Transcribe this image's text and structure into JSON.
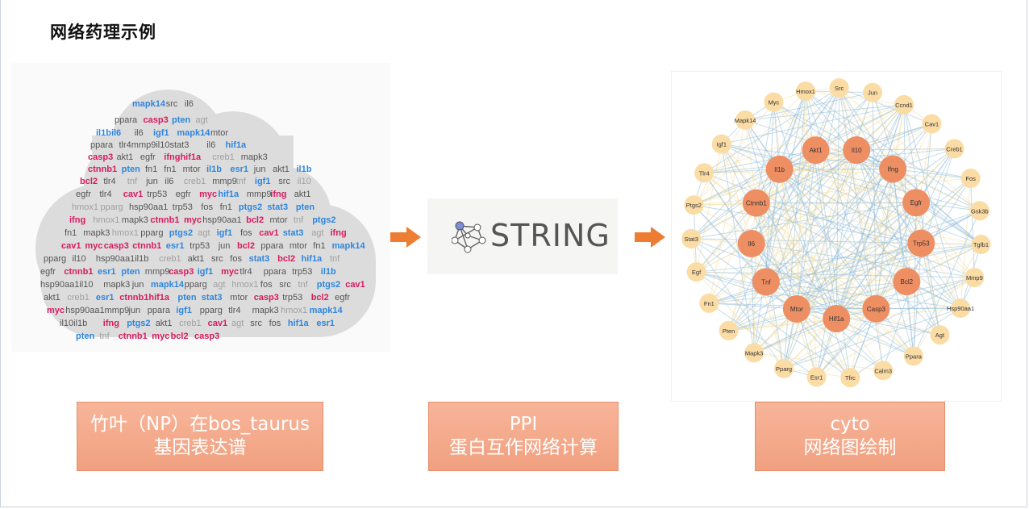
{
  "page": {
    "title": "网络药理示例"
  },
  "cloud": {
    "colors": {
      "blue": "#2e86de",
      "magenta": "#d81b60",
      "dark": "#555555",
      "gray": "#a0a0a0"
    },
    "words": [
      {
        "t": "mapk14",
        "c": "blue",
        "b": 1
      },
      {
        "t": "src",
        "c": "dark"
      },
      {
        "t": "il6",
        "c": "dark"
      },
      {
        "t": "ppara",
        "c": "dark"
      },
      {
        "t": "casp3",
        "c": "magenta",
        "b": 1
      },
      {
        "t": "pten",
        "c": "blue",
        "b": 1
      },
      {
        "t": "agt",
        "c": "gray"
      },
      {
        "t": "il1bil6",
        "c": "blue",
        "b": 1
      },
      {
        "t": "il6",
        "c": "dark"
      },
      {
        "t": "igf1",
        "c": "blue",
        "b": 1
      },
      {
        "t": "mapk14",
        "c": "blue",
        "b": 1
      },
      {
        "t": "mtor",
        "c": "dark"
      },
      {
        "t": "ppara",
        "c": "dark"
      },
      {
        "t": "tlr4mmp9il10stat3",
        "c": "dark"
      },
      {
        "t": "il6",
        "c": "dark"
      },
      {
        "t": "hif1a",
        "c": "blue",
        "b": 1
      },
      {
        "t": "casp3",
        "c": "magenta",
        "b": 1
      },
      {
        "t": "akt1",
        "c": "dark"
      },
      {
        "t": "egfr",
        "c": "dark"
      },
      {
        "t": "ifnghif1a",
        "c": "magenta",
        "b": 1
      },
      {
        "t": "creb1",
        "c": "gray"
      },
      {
        "t": "mapk3",
        "c": "dark"
      },
      {
        "t": "ctnnb1",
        "c": "magenta",
        "b": 1
      },
      {
        "t": "pten",
        "c": "blue",
        "b": 1
      },
      {
        "t": "fn1",
        "c": "dark"
      },
      {
        "t": "fn1",
        "c": "dark"
      },
      {
        "t": "mtor",
        "c": "dark"
      },
      {
        "t": "il1b",
        "c": "blue",
        "b": 1
      },
      {
        "t": "esr1",
        "c": "blue",
        "b": 1
      },
      {
        "t": "jun",
        "c": "dark"
      },
      {
        "t": "akt1",
        "c": "dark"
      },
      {
        "t": "il1b",
        "c": "blue",
        "b": 1
      },
      {
        "t": "bcl2",
        "c": "magenta",
        "b": 1
      },
      {
        "t": "tlr4",
        "c": "dark"
      },
      {
        "t": "tnf",
        "c": "gray"
      },
      {
        "t": "jun",
        "c": "dark"
      },
      {
        "t": "il6",
        "c": "dark"
      },
      {
        "t": "creb1",
        "c": "gray"
      },
      {
        "t": "mmp9",
        "c": "dark"
      },
      {
        "t": "tnf",
        "c": "gray"
      },
      {
        "t": "igf1",
        "c": "blue",
        "b": 1
      },
      {
        "t": "src",
        "c": "dark"
      },
      {
        "t": "il10",
        "c": "gray"
      },
      {
        "t": "egfr",
        "c": "dark"
      },
      {
        "t": "tlr4",
        "c": "dark"
      },
      {
        "t": "cav1",
        "c": "magenta",
        "b": 1
      },
      {
        "t": "trp53",
        "c": "dark"
      },
      {
        "t": "egfr",
        "c": "dark"
      },
      {
        "t": "myc",
        "c": "magenta",
        "b": 1
      },
      {
        "t": "hif1a",
        "c": "blue",
        "b": 1
      },
      {
        "t": "mmp9",
        "c": "dark"
      },
      {
        "t": "ifng",
        "c": "magenta",
        "b": 1
      },
      {
        "t": "akt1",
        "c": "dark"
      },
      {
        "t": "hmox1",
        "c": "gray"
      },
      {
        "t": "pparg",
        "c": "gray"
      },
      {
        "t": "hsp90aa1",
        "c": "dark"
      },
      {
        "t": "trp53",
        "c": "dark"
      },
      {
        "t": "fos",
        "c": "dark"
      },
      {
        "t": "fn1",
        "c": "dark"
      },
      {
        "t": "ptgs2",
        "c": "blue",
        "b": 1
      },
      {
        "t": "stat3",
        "c": "blue",
        "b": 1
      },
      {
        "t": "pten",
        "c": "blue",
        "b": 1
      },
      {
        "t": "ifng",
        "c": "magenta",
        "b": 1
      },
      {
        "t": "hmox1",
        "c": "gray"
      },
      {
        "t": "mapk3",
        "c": "dark"
      },
      {
        "t": "ctnnb1",
        "c": "magenta",
        "b": 1
      },
      {
        "t": "myc",
        "c": "magenta",
        "b": 1
      },
      {
        "t": "hsp90aa1",
        "c": "dark"
      },
      {
        "t": "bcl2",
        "c": "magenta",
        "b": 1
      },
      {
        "t": "mtor",
        "c": "dark"
      },
      {
        "t": "tnf",
        "c": "gray"
      },
      {
        "t": "ptgs2",
        "c": "blue",
        "b": 1
      },
      {
        "t": "fn1",
        "c": "dark"
      },
      {
        "t": "mapk3",
        "c": "dark"
      },
      {
        "t": "hmox1",
        "c": "gray"
      },
      {
        "t": "pparg",
        "c": "dark"
      },
      {
        "t": "ptgs2",
        "c": "blue",
        "b": 1
      },
      {
        "t": "agt",
        "c": "gray"
      },
      {
        "t": "igf1",
        "c": "blue",
        "b": 1
      },
      {
        "t": "fos",
        "c": "dark"
      },
      {
        "t": "cav1",
        "c": "magenta",
        "b": 1
      },
      {
        "t": "stat3",
        "c": "blue",
        "b": 1
      },
      {
        "t": "agt",
        "c": "gray"
      },
      {
        "t": "ifng",
        "c": "magenta",
        "b": 1
      },
      {
        "t": "cav1",
        "c": "magenta",
        "b": 1
      },
      {
        "t": "myc",
        "c": "magenta",
        "b": 1
      },
      {
        "t": "casp3",
        "c": "magenta",
        "b": 1
      },
      {
        "t": "ctnnb1",
        "c": "magenta",
        "b": 1
      },
      {
        "t": "esr1",
        "c": "blue",
        "b": 1
      },
      {
        "t": "trp53",
        "c": "dark"
      },
      {
        "t": "jun",
        "c": "dark"
      },
      {
        "t": "bcl2",
        "c": "magenta",
        "b": 1
      },
      {
        "t": "ppara",
        "c": "dark"
      },
      {
        "t": "mtor",
        "c": "dark"
      },
      {
        "t": "fn1",
        "c": "dark"
      },
      {
        "t": "mapk14",
        "c": "blue",
        "b": 1
      },
      {
        "t": "pparg",
        "c": "dark"
      },
      {
        "t": "il10",
        "c": "dark"
      },
      {
        "t": "hsp90aa1il1b",
        "c": "dark"
      },
      {
        "t": "creb1",
        "c": "gray"
      },
      {
        "t": "akt1",
        "c": "dark"
      },
      {
        "t": "src",
        "c": "dark"
      },
      {
        "t": "fos",
        "c": "dark"
      },
      {
        "t": "stat3",
        "c": "blue",
        "b": 1
      },
      {
        "t": "bcl2",
        "c": "magenta",
        "b": 1
      },
      {
        "t": "hif1a",
        "c": "blue",
        "b": 1
      },
      {
        "t": "tnf",
        "c": "gray"
      },
      {
        "t": "egfr",
        "c": "dark"
      },
      {
        "t": "ctnnb1",
        "c": "magenta",
        "b": 1
      },
      {
        "t": "esr1",
        "c": "blue",
        "b": 1
      },
      {
        "t": "pten",
        "c": "blue",
        "b": 1
      },
      {
        "t": "mmp9",
        "c": "dark"
      },
      {
        "t": "casp3",
        "c": "magenta",
        "b": 1
      },
      {
        "t": "igf1",
        "c": "blue",
        "b": 1
      },
      {
        "t": "myc",
        "c": "magenta",
        "b": 1
      },
      {
        "t": "tlr4",
        "c": "dark"
      },
      {
        "t": "ppara",
        "c": "dark"
      },
      {
        "t": "trp53",
        "c": "dark"
      },
      {
        "t": "il1b",
        "c": "blue",
        "b": 1
      },
      {
        "t": "hsp90aa1il10",
        "c": "dark"
      },
      {
        "t": "mapk3",
        "c": "dark"
      },
      {
        "t": "jun",
        "c": "dark"
      },
      {
        "t": "mapk14",
        "c": "blue",
        "b": 1
      },
      {
        "t": "pparg",
        "c": "dark"
      },
      {
        "t": "agt",
        "c": "gray"
      },
      {
        "t": "hmox1",
        "c": "gray"
      },
      {
        "t": "fos",
        "c": "dark"
      },
      {
        "t": "src",
        "c": "dark"
      },
      {
        "t": "tnf",
        "c": "gray"
      },
      {
        "t": "ptgs2",
        "c": "blue",
        "b": 1
      },
      {
        "t": "cav1",
        "c": "magenta",
        "b": 1
      },
      {
        "t": "akt1",
        "c": "dark"
      },
      {
        "t": "creb1",
        "c": "gray"
      },
      {
        "t": "esr1",
        "c": "blue",
        "b": 1
      },
      {
        "t": "ctnnb1hif1a",
        "c": "magenta",
        "b": 1
      },
      {
        "t": "pten",
        "c": "blue",
        "b": 1
      },
      {
        "t": "stat3",
        "c": "blue",
        "b": 1
      },
      {
        "t": "mtor",
        "c": "dark"
      },
      {
        "t": "casp3",
        "c": "magenta",
        "b": 1
      },
      {
        "t": "trp53",
        "c": "dark"
      },
      {
        "t": "bcl2",
        "c": "magenta",
        "b": 1
      },
      {
        "t": "egfr",
        "c": "dark"
      },
      {
        "t": "myc",
        "c": "magenta",
        "b": 1
      },
      {
        "t": "hsp90aa1mmp9",
        "c": "dark"
      },
      {
        "t": "jun",
        "c": "dark"
      },
      {
        "t": "ppara",
        "c": "dark"
      },
      {
        "t": "igf1",
        "c": "blue",
        "b": 1
      },
      {
        "t": "pparg",
        "c": "dark"
      },
      {
        "t": "tlr4",
        "c": "dark"
      },
      {
        "t": "mapk3",
        "c": "dark"
      },
      {
        "t": "hmox1",
        "c": "gray"
      },
      {
        "t": "mapk14",
        "c": "blue",
        "b": 1
      },
      {
        "t": "il10il1b",
        "c": "dark"
      },
      {
        "t": "ifng",
        "c": "magenta",
        "b": 1
      },
      {
        "t": "ptgs2",
        "c": "blue",
        "b": 1
      },
      {
        "t": "akt1",
        "c": "dark"
      },
      {
        "t": "creb1",
        "c": "gray"
      },
      {
        "t": "cav1",
        "c": "magenta",
        "b": 1
      },
      {
        "t": "agt",
        "c": "gray"
      },
      {
        "t": "src",
        "c": "dark"
      },
      {
        "t": "fos",
        "c": "dark"
      },
      {
        "t": "hif1a",
        "c": "blue",
        "b": 1
      },
      {
        "t": "esr1",
        "c": "blue",
        "b": 1
      },
      {
        "t": "pten",
        "c": "blue",
        "b": 1
      },
      {
        "t": "tnf",
        "c": "gray"
      },
      {
        "t": "ctnnb1",
        "c": "magenta",
        "b": 1
      },
      {
        "t": "myc",
        "c": "magenta",
        "b": 1
      },
      {
        "t": "bcl2",
        "c": "magenta",
        "b": 1
      },
      {
        "t": "casp3",
        "c": "magenta",
        "b": 1
      }
    ]
  },
  "string": {
    "logo_text": "STRING"
  },
  "network": {
    "colors": {
      "outer": "#fbdca4",
      "inner": "#ee8f63",
      "edge_blue": "#8db9d6",
      "edge_yellow": "#f3dc9a"
    },
    "outer_nodes": [
      "Src",
      "Jun",
      "Ccnd1",
      "Cav1",
      "Creb1",
      "Fos",
      "Gsk3b",
      "Tgfb1",
      "Mmp9",
      "Hsp90aa1",
      "Agt",
      "Ppara",
      "Calm3",
      "Tfrc",
      "Esr1",
      "Pparg",
      "Mapk3",
      "Pten",
      "Fn1",
      "Egf",
      "Stat3",
      "Ptgs2",
      "Tlr4",
      "Igf1",
      "Mapk14",
      "Myc",
      "Hmox1"
    ],
    "inner_nodes": [
      "Il10",
      "Ifng",
      "Egfr",
      "Trp53",
      "Bcl2",
      "Casp3",
      "Hif1a",
      "Mtor",
      "Tnf",
      "Il6",
      "Ctnnb1",
      "Il1b",
      "Akt1"
    ]
  },
  "captions": {
    "c1": {
      "line1": "竹叶（NP）在bos_taurus",
      "line2": "基因表达谱"
    },
    "c2": {
      "line1": "PPI",
      "line2": "蛋白互作网络计算"
    },
    "c3": {
      "line1": "cyto",
      "line2": "网络图绘制"
    }
  }
}
